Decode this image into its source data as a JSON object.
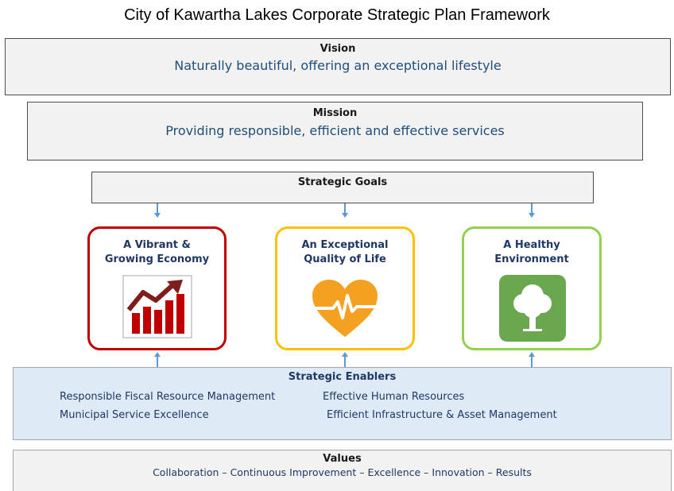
{
  "title": "City of Kawartha Lakes Corporate Strategic Plan Framework",
  "vision": {
    "heading": "Vision",
    "text": "Naturally beautiful, offering an exceptional lifestyle"
  },
  "mission": {
    "heading": "Mission",
    "text": "Providing responsible, efficient and effective services"
  },
  "goals": {
    "heading": "Strategic Goals",
    "items": [
      {
        "line1": "A Vibrant &",
        "line2": "Growing Economy",
        "icon": "growth-chart-icon",
        "color": "#c00000"
      },
      {
        "line1": "An Exceptional",
        "line2": "Quality of Life",
        "icon": "heartbeat-icon",
        "color": "#ffc000"
      },
      {
        "line1": "A Healthy",
        "line2": "Environment",
        "icon": "tree-icon",
        "color": "#92d050"
      }
    ]
  },
  "enablers": {
    "heading": "Strategic Enablers",
    "items": [
      "Responsible Fiscal Resource Management",
      "Effective Human Resources",
      "Municipal Service Excellence",
      "Efficient Infrastructure & Asset Management"
    ]
  },
  "values": {
    "heading": "Values",
    "text": "Collaboration – Continuous Improvement – Excellence – Innovation – Results"
  },
  "colors": {
    "accent_text": "#1f4e79",
    "arrow": "#5b9bd5",
    "enablers_bg": "#deebf7"
  }
}
